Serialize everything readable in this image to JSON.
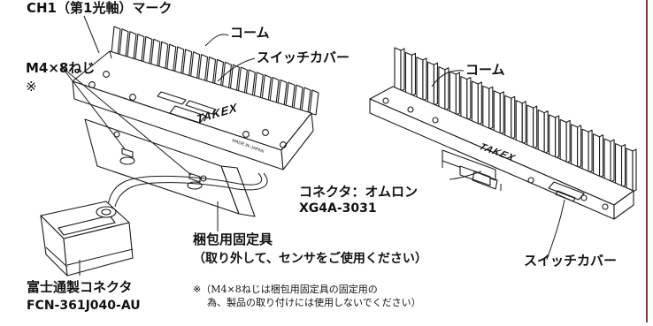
{
  "labels": {
    "ch1_mark": "CH1（第1光軸）マーク",
    "comb_left": "コーム",
    "switch_cover_top": "スイッチカバー",
    "screw": "M4×8ねじ",
    "screw_mark": "※",
    "comb_right": "コーム",
    "connector_omron_1": "コネクタ：オムロン",
    "connector_omron_2": "XG4A-3031",
    "packing_fixture_1": "梱包用固定具",
    "packing_fixture_2": "（取り外して、センサをご使用ください）",
    "switch_cover_bottom": "スイッチカバー",
    "fujitsu_1": "富士通製コネクタ",
    "fujitsu_2": "FCN-361J040-AU",
    "note_1": "※（M4×8ねじは梱包用固定具の固定用の",
    "note_2": "為、製品の取り付けには使用しないでください）"
  },
  "brand_text": "TAKEX",
  "brand_text_right": "TAKEX",
  "small_marks": {
    "made_in_japan": "MADE IN JAPAN"
  },
  "colors": {
    "line": "#1a1a1a",
    "edge_bar": "#8b3a2e"
  }
}
